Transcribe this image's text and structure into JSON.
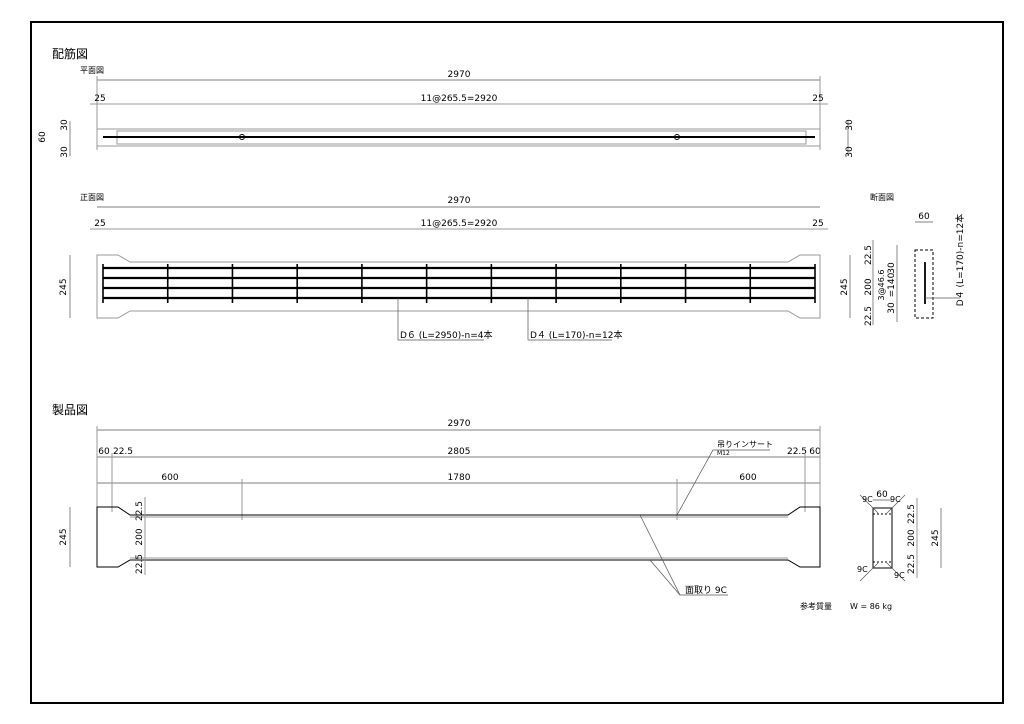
{
  "rebar_drawing": {
    "title": "配筋図",
    "plan": {
      "title": "平面図",
      "overall": "2970",
      "pitch": "11@265.5=2920",
      "end_left": "25",
      "end_right": "25",
      "w_top": "30",
      "w": "60",
      "w_bot": "30",
      "r_top": "30",
      "r_bot": "30"
    },
    "front": {
      "title": "正面図",
      "overall": "2970",
      "pitch": "11@265.5=2920",
      "end_left": "25",
      "end_right": "25",
      "height": "245",
      "label_d6": "D６ (L=2950)-n=4本",
      "label_d4": "D４ (L=170)-n=12本"
    },
    "section": {
      "title": "断面図",
      "width": "60",
      "height": "245",
      "top": "22.5",
      "mid": "200",
      "bot": "22.5",
      "pitch1": "30",
      "pitch2": "3@46.6",
      "pitch3": "=140",
      "pitch4": "30",
      "label": "D４ (L=170)-n=12本"
    }
  },
  "product": {
    "title": "製品図",
    "overall": "2970",
    "dims_row": [
      "60",
      "22.5",
      "2805",
      "22.5",
      "60"
    ],
    "insert_row": [
      "600",
      "1780",
      "600"
    ],
    "insert_label": "吊りインサート",
    "insert_spec": "M12",
    "chamfer_label": "面取り 9C",
    "height": "245",
    "h_top": "22.5",
    "h_mid": "200",
    "h_bot": "22.5",
    "section": {
      "width": "60",
      "chamfer": "9C",
      "height": "245",
      "top": "22.5",
      "mid": "200",
      "bot": "22.5"
    },
    "weight_label": "参考質量",
    "weight_value": "W = 86 kg"
  }
}
